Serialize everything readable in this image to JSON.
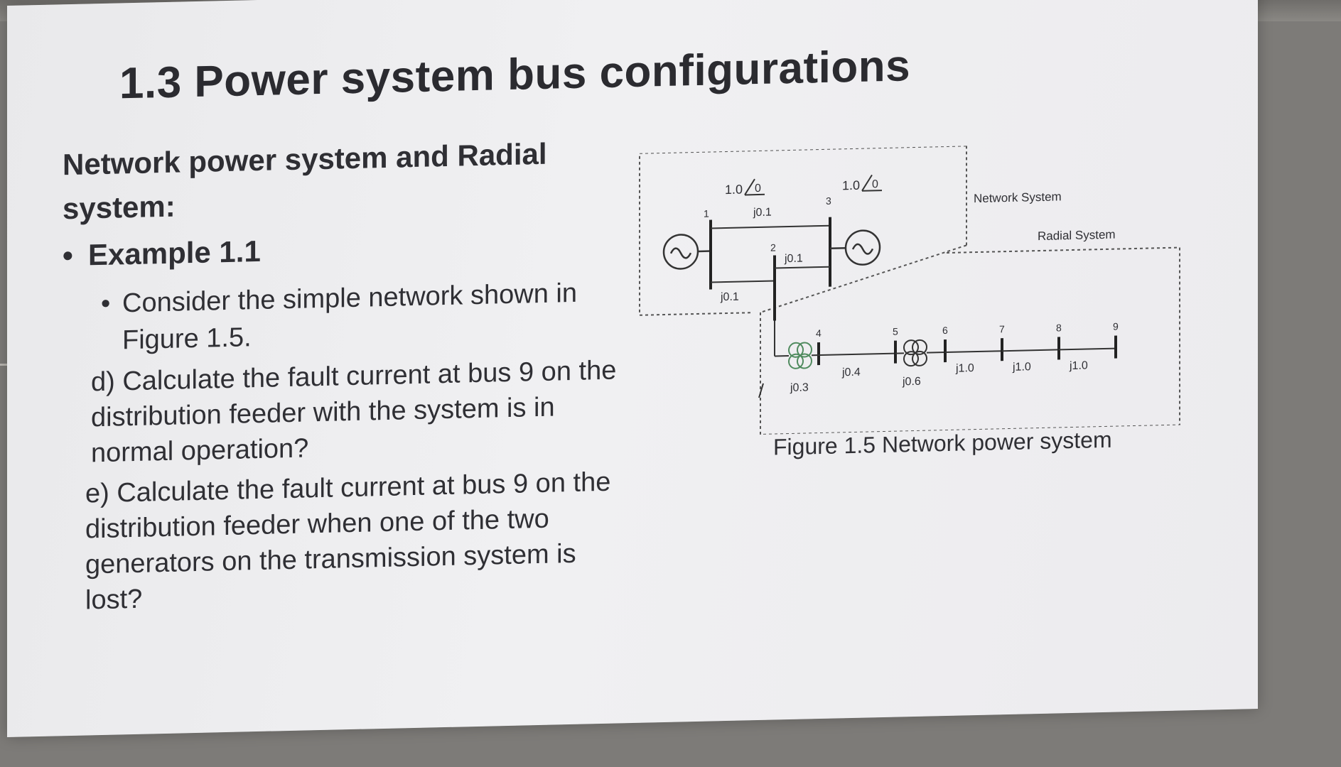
{
  "slide": {
    "title": "1.3 Power system bus configurations",
    "subtitle": "Network power system and Radial system:",
    "bullet_level1": "Example 1.1",
    "bullet_level2": "Consider the simple network shown in Figure 1.5.",
    "question_d": "d) Calculate the fault current at bus 9 on the distribution feeder with the system is in normal operation?",
    "question_e": "e) Calculate the fault current at bus 9 on the distribution feeder when one of the two generators on the transmission system is lost?",
    "caption": "Figure 1.5 Network power system"
  },
  "diagram": {
    "network_label": "Network System",
    "radial_label": "Radial System",
    "gen1_voltage": "1.0",
    "gen1_angle": "0",
    "gen3_voltage": "1.0",
    "gen3_angle": "0",
    "bus_labels": [
      "1",
      "2",
      "3",
      "4",
      "5",
      "6",
      "7",
      "8",
      "9"
    ],
    "impedances": {
      "line_1_3": "j0.1",
      "line_2_3": "j0.1",
      "line_1_2": "j0.1",
      "xfmr_2_4": "j0.3",
      "line_4_5": "j0.4",
      "xfmr_5_6": "j0.6",
      "line_6_7": "j1.0",
      "line_7_8": "j1.0",
      "line_8_9": "j1.0"
    }
  },
  "colors": {
    "text": "#2f2f34",
    "slide_bg": "#eeeef0",
    "transformer": "#4f8a5e"
  }
}
